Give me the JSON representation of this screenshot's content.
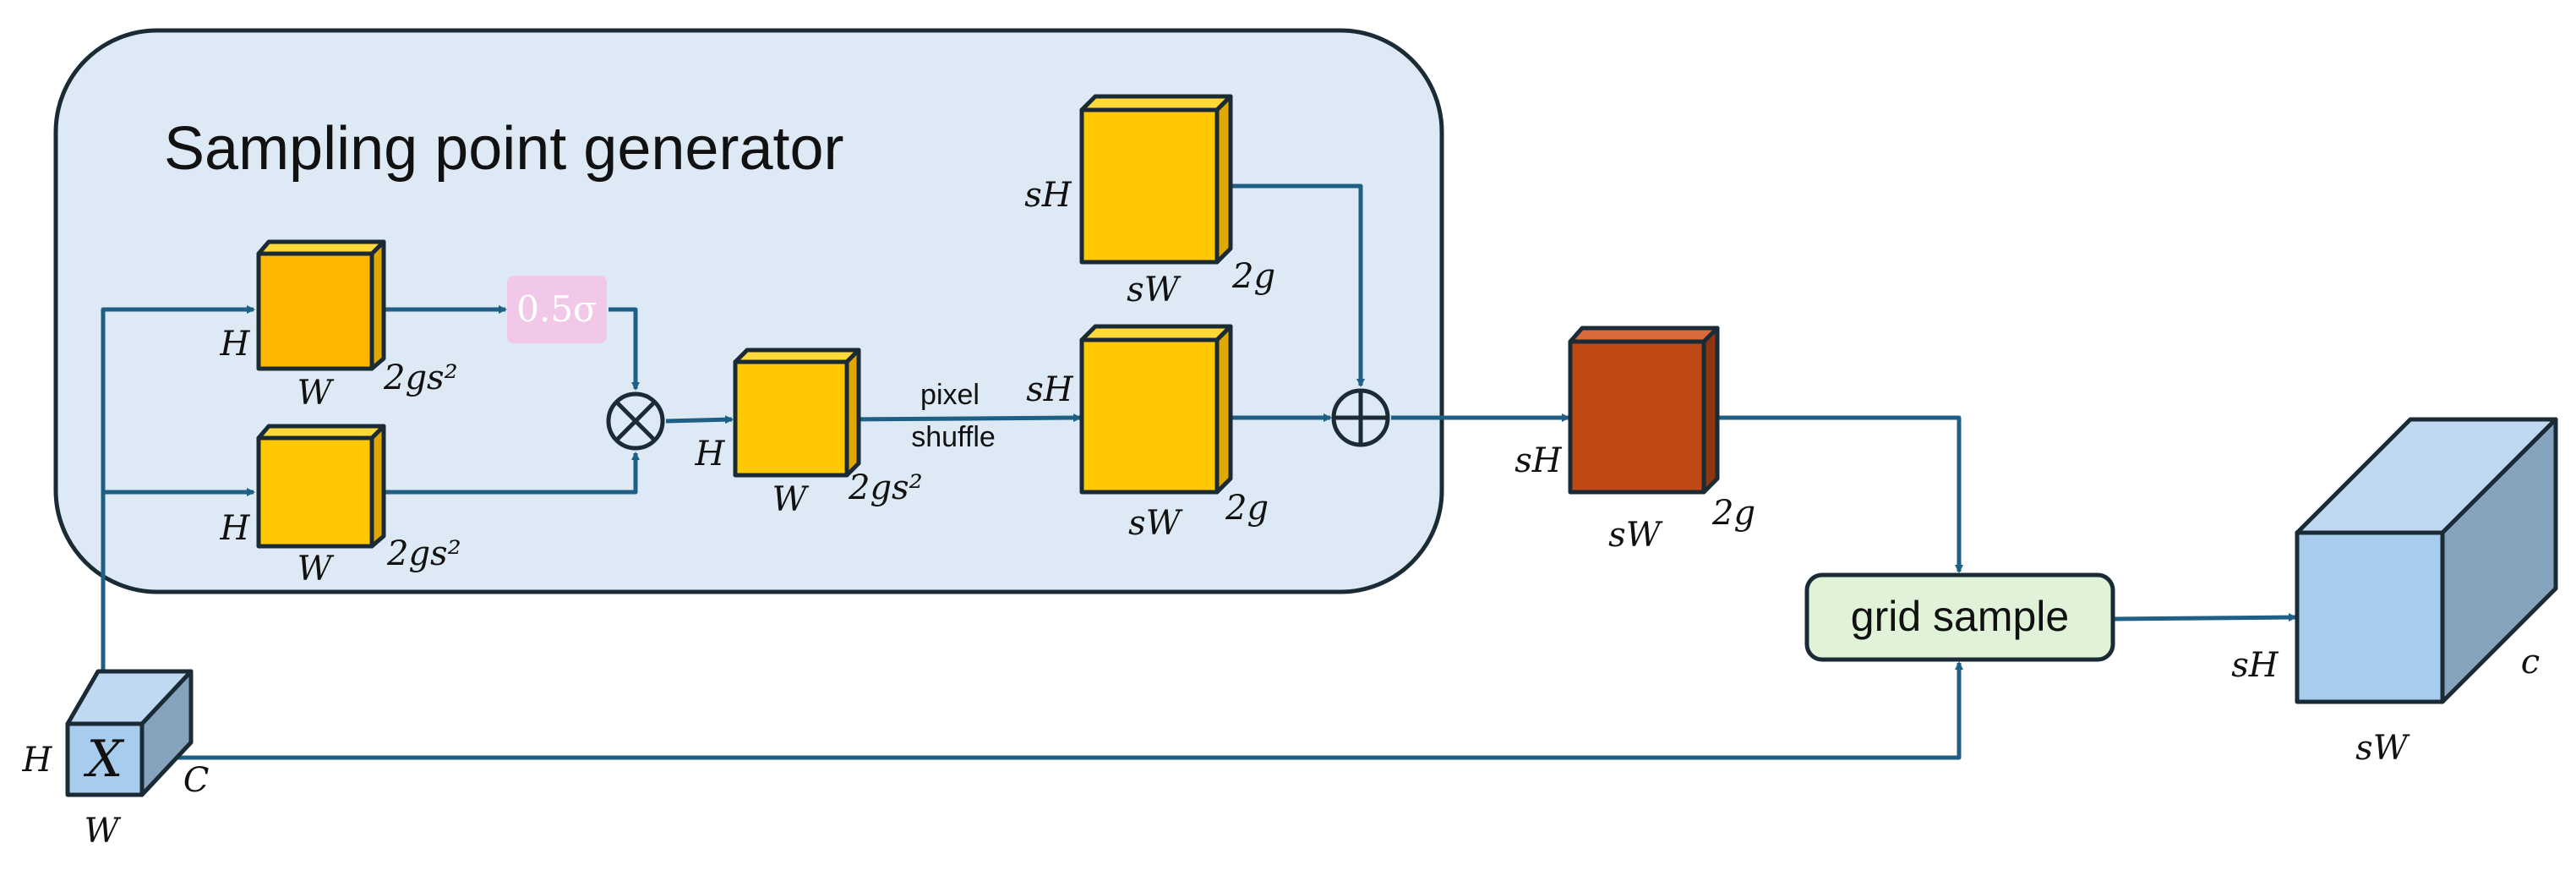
{
  "panel": {
    "title": "Sampling point generator"
  },
  "colors": {
    "panel_bg": "#dde9f5",
    "panel_stroke": "#1b2b36",
    "arrow": "#1f5f86",
    "yellow_front": "#ffc800",
    "yellow_top": "#ffd83a",
    "yellow_side": "#e0a800",
    "orange_front": "#ffb800",
    "red_front": "#c04a16",
    "red_top": "#d86a3a",
    "red_side": "#8e3410",
    "blue_front": "#a8ccee",
    "blue_top": "#bfd9f2",
    "blue_side": "#86a3be",
    "sigma_bg": "#f2c8e8",
    "grid_bg": "#e0f3d8"
  },
  "input": {
    "symbol": "X",
    "h": "H",
    "w": "W",
    "c": "C"
  },
  "conv_top": {
    "h": "H",
    "w": "W",
    "c": "2gs²"
  },
  "conv_bottom": {
    "h": "H",
    "w": "W",
    "c": "2gs²"
  },
  "scale_op": {
    "label": "0.5σ"
  },
  "multiply_op": {
    "icon": "circle-times-icon"
  },
  "product": {
    "h": "H",
    "w": "W",
    "c": "2gs²"
  },
  "pixel_shuffle": {
    "line1": "pixel",
    "line2": "shuffle"
  },
  "shuffled": {
    "h": "sH",
    "w": "sW",
    "c": "2g"
  },
  "offset_init": {
    "h": "sH",
    "w": "sW",
    "c": "2g"
  },
  "add_op": {
    "icon": "circle-plus-icon"
  },
  "sampling_points": {
    "h": "sH",
    "w": "sW",
    "c": "2g"
  },
  "grid_sample": {
    "label": "grid sample"
  },
  "output": {
    "h": "sH",
    "w": "sW",
    "c": "c"
  }
}
